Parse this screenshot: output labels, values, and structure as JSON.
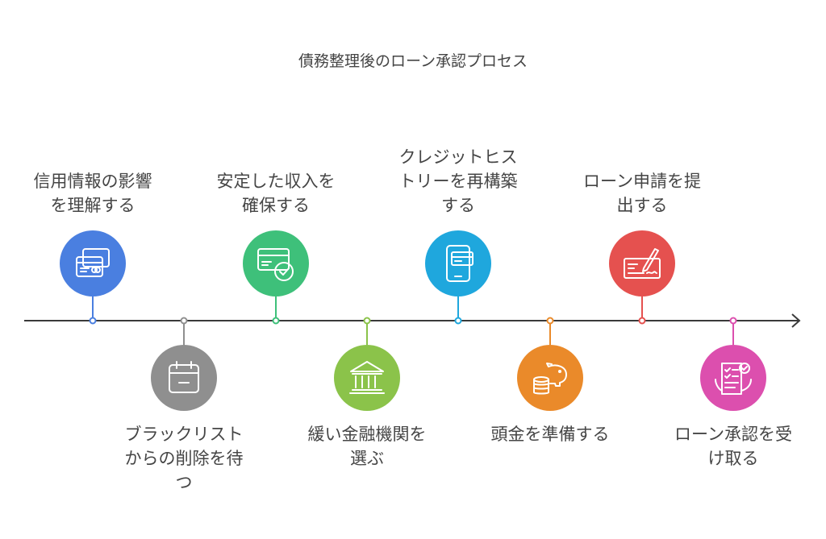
{
  "title": "債務整理後のローン承認プロセス",
  "steps": [
    {
      "label": "信用情報の影響\nを理解する",
      "color": "#4a7fe0",
      "icon": "credit-cards-icon",
      "position": "top"
    },
    {
      "label": "ブラックリスト\nからの削除を待\nつ",
      "color": "#8f8f8f",
      "icon": "calendar-icon",
      "position": "bottom"
    },
    {
      "label": "安定した収入を\n確保する",
      "color": "#3ec07a",
      "icon": "card-check-icon",
      "position": "top"
    },
    {
      "label": "緩い金融機関を\n選ぶ",
      "color": "#8bc34a",
      "icon": "bank-icon",
      "position": "bottom"
    },
    {
      "label": "クレジットヒス\nトリーを再構築\nする",
      "color": "#1fa7dd",
      "icon": "phone-card-icon",
      "position": "top"
    },
    {
      "label": "頭金を準備する",
      "color": "#ea8a2a",
      "icon": "piggy-bank-icon",
      "position": "bottom"
    },
    {
      "label": "ローン申請を提\n出する",
      "color": "#e5514f",
      "icon": "check-signing-icon",
      "position": "top"
    },
    {
      "label": "ローン承認を受\nけ取る",
      "color": "#dc4fae",
      "icon": "approved-document-icon",
      "position": "bottom"
    }
  ]
}
